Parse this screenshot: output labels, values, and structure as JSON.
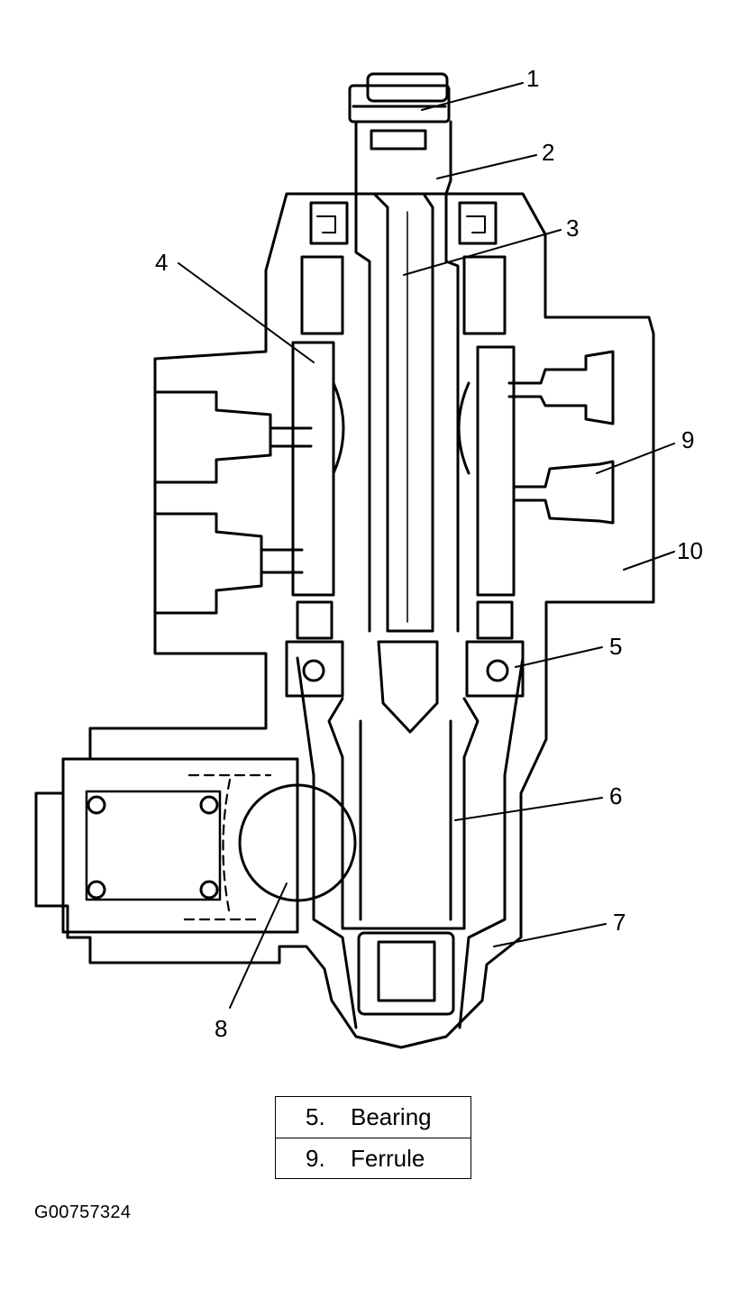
{
  "callouts": [
    "1",
    "2",
    "3",
    "4",
    "5",
    "6",
    "7",
    "8",
    "9",
    "10"
  ],
  "legend": [
    {
      "number": "5.",
      "label": "Bearing"
    },
    {
      "number": "9.",
      "label": "Ferrule"
    }
  ],
  "figure_id": "G00757324"
}
